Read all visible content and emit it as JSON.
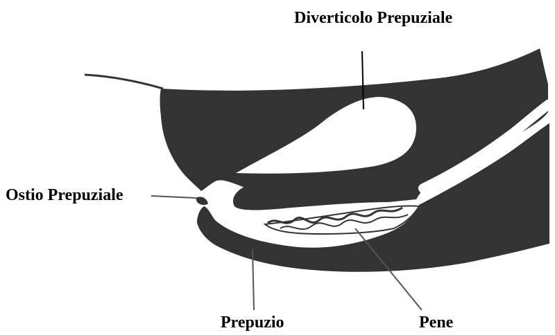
{
  "diagram": {
    "fill_color": "#333333",
    "line_color": "#000000",
    "background_color": "#ffffff",
    "labels": {
      "diverticolo": "Diverticolo Prepuziale",
      "ostio": "Ostio Prepuziale",
      "prepuzio": "Prepuzio",
      "pene": "Pene"
    }
  }
}
